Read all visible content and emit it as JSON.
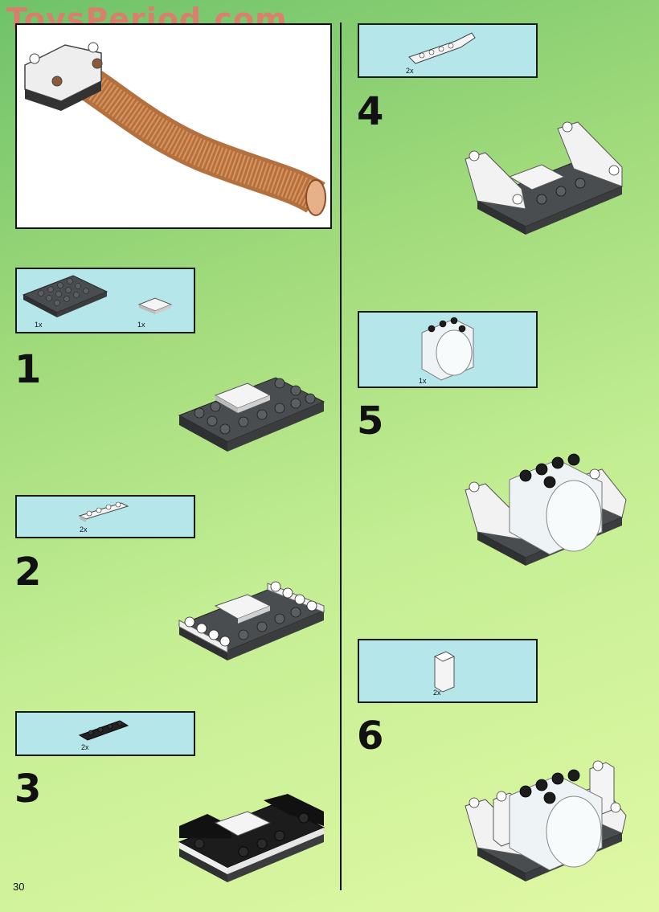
{
  "watermark": "ToysPeriod.com",
  "page_number": "30",
  "steps": [
    {
      "number": "1",
      "parts": [
        {
          "qty": "1x"
        },
        {
          "qty": "1x"
        }
      ]
    },
    {
      "number": "2",
      "parts": [
        {
          "qty": "2x"
        }
      ]
    },
    {
      "number": "3",
      "parts": [
        {
          "qty": "2x"
        }
      ]
    },
    {
      "number": "4",
      "parts": [
        {
          "qty": "2x"
        }
      ]
    },
    {
      "number": "5",
      "parts": [
        {
          "qty": "1x"
        }
      ]
    },
    {
      "number": "6",
      "parts": [
        {
          "qty": "2x"
        }
      ]
    }
  ],
  "colors": {
    "dark_gray": "#4a4d4f",
    "white_brick": "#f2f2f2",
    "black_brick": "#1c1c1c",
    "hose": "#c47f4c",
    "parts_bg": "#b4e6ea"
  }
}
